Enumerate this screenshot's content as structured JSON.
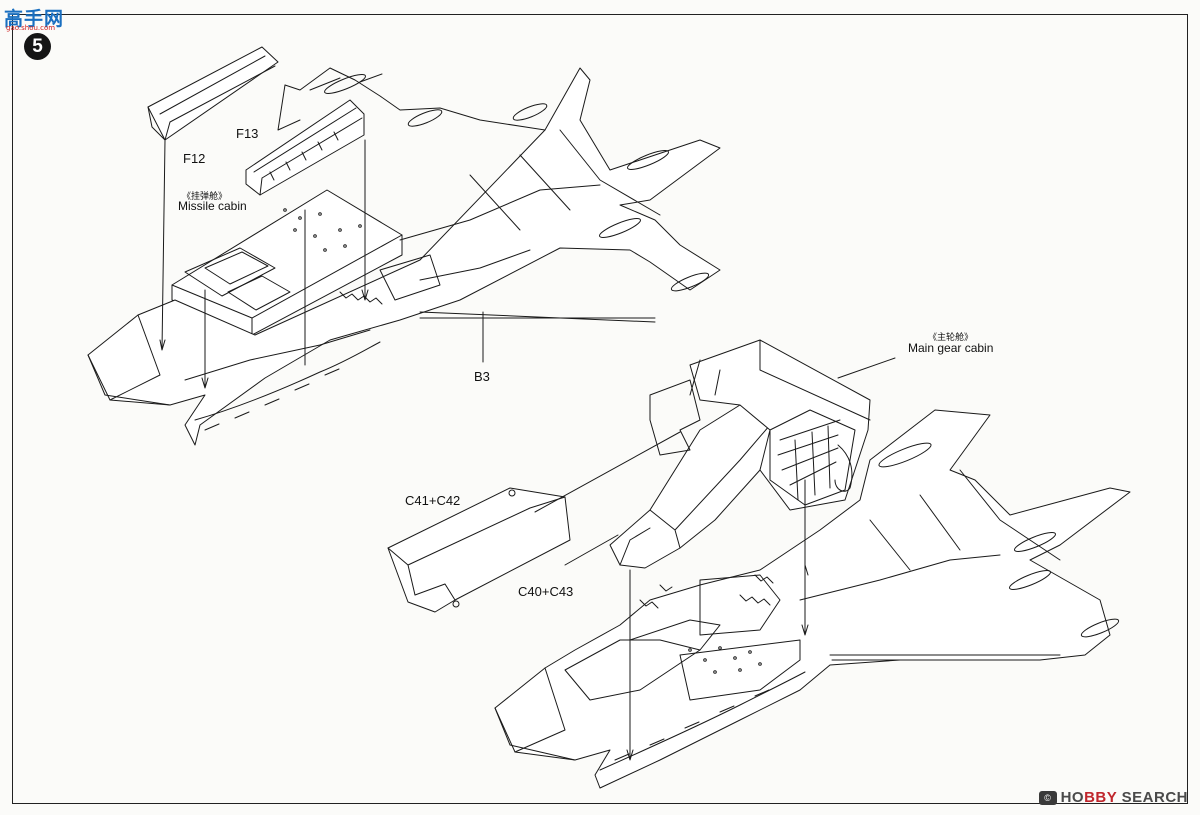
{
  "logo": {
    "name": "高手网",
    "url": "gao.shou.com",
    "icon": "site-logo-icon"
  },
  "step": {
    "number": "5",
    "icon": "step-number-badge-icon"
  },
  "parts": {
    "f12": "F12",
    "f13": "F13",
    "b3": "B3",
    "c41_c42": "C41+C42",
    "c40_c43": "C40+C43"
  },
  "cabins": {
    "missile": {
      "cn": "《挂弹舱》",
      "en": "Missile cabin"
    },
    "main_gear": {
      "cn": "《主轮舱》",
      "en": "Main gear cabin"
    }
  },
  "watermark": {
    "hobby": "HO",
    "bby": "BBY",
    "search": "SEARCH",
    "mark": "©",
    "icon": "hobby-search-logo-icon"
  },
  "colors": {
    "line": "#1a1a1a",
    "logo_blue": "#1a6fc0",
    "logo_red": "#d02020",
    "watermark_red": "#c0262c"
  }
}
